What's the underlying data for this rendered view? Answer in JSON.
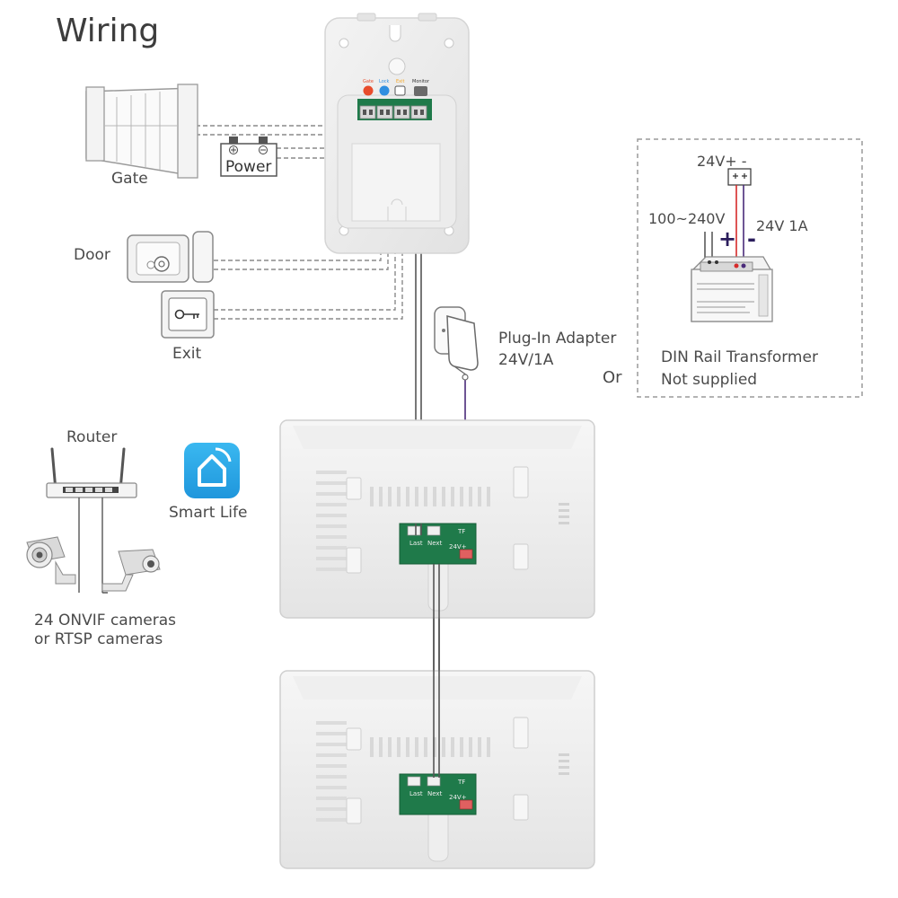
{
  "title": "Wiring",
  "labels": {
    "gate": "Gate",
    "power": "Power",
    "door": "Door",
    "exit": "Exit",
    "adapter_line1": "Plug-In Adapter",
    "adapter_line2": "24V/1A",
    "or": "Or",
    "din_line1": "DIN Rail Transformer",
    "din_line2": "Not supplied",
    "din_24v_plus": "24V+ -",
    "din_input": "100~240V",
    "din_output": "24V 1A",
    "plus_sign": "+",
    "minus_sign": "-",
    "router": "Router",
    "smart_life": "Smart Life",
    "cameras_line1": "24 ONVIF cameras",
    "cameras_line2": "or RTSP cameras"
  },
  "outdoor_unit": {
    "terminal_labels": [
      "Gate",
      "Lock",
      "Exit",
      "Monitor"
    ],
    "terminal_colors": [
      "#e84c2c",
      "#2f8fe0",
      "#f5a623",
      "#6a6a6a"
    ]
  },
  "monitor_board": {
    "port_labels": [
      "Last",
      "Next"
    ],
    "power_label": "24V+",
    "tf_label": "TF"
  },
  "colors": {
    "wire": "#555555",
    "dashed_wire": "#8a8a8a",
    "red_wire": "#d62a2a",
    "purple_wire": "#4a2a7a",
    "pcb_green": "#1f7a4a",
    "app_blue": "#2aa8e8",
    "device_gray": "#e9e9e9"
  },
  "icons": [
    "gate-icon",
    "battery-icon",
    "door-lock-icon",
    "exit-button-icon",
    "plug-adapter-icon",
    "din-rail-transformer-icon",
    "router-icon",
    "smart-life-app-icon",
    "camera-icon"
  ]
}
